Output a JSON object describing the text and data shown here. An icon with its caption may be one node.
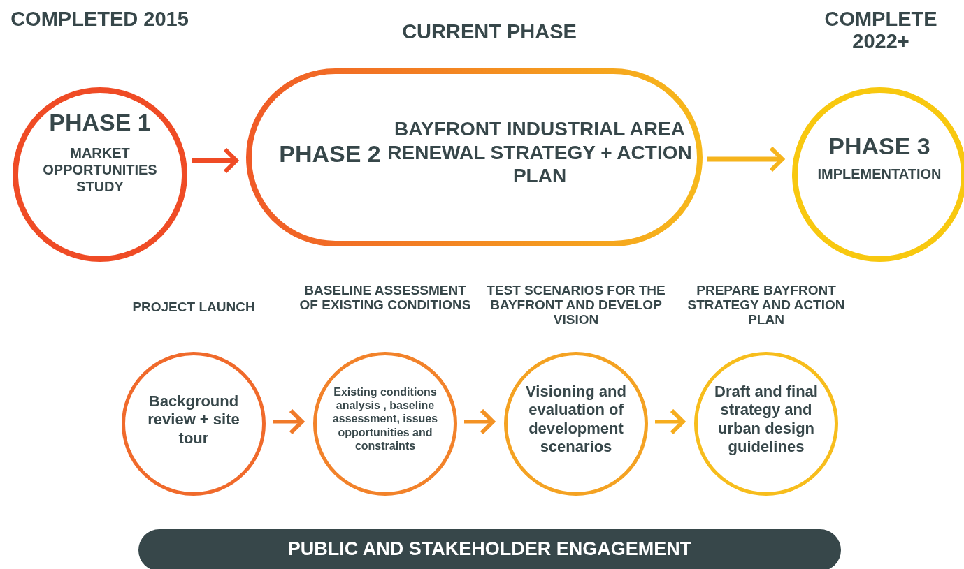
{
  "diagram": {
    "nodes": [
      {
        "text": [
          "PHASE 1",
          "MARKET OPPORTUNITIES STUDY"
        ],
        "beside": [
          "COMPLETED 2015"
        ]
      },
      {
        "text": [
          "PHASE 2",
          "BAYFRONT INDUSTRIAL AREA RENEWAL STRATEGY + ACTION PLAN"
        ],
        "beside": [
          "CURRENT PHASE"
        ]
      },
      {
        "text": [
          "PHASE 3",
          "IMPLEMENTATION"
        ],
        "beside": [
          "COMPLETE 2022+"
        ]
      },
      {
        "text": [
          "Background review + site tour"
        ],
        "beside": [
          "PROJECT LAUNCH"
        ]
      },
      {
        "text": [
          "Existing conditions analysis , baseline assessment, issues opportunities and constraints"
        ],
        "beside": [
          "BASELINE ASSESSMENT OF EXISTING CONDITIONS"
        ]
      },
      {
        "text": [
          "Visioning and evaluation of development scenarios"
        ],
        "beside": [
          "TEST SCENARIOS FOR THE BAYFRONT AND DEVELOP VISION"
        ]
      },
      {
        "text": [
          "Draft and final strategy and urban design guidelines"
        ],
        "beside": [
          "PREPARE BAYFRONT STRATEGY AND ACTION PLAN"
        ]
      },
      {
        "text": [
          "PUBLIC AND STAKEHOLDER ENGAGEMENT"
        ]
      }
    ],
    "edges": [
      {
        "from": 0,
        "to": 1,
        "arrow": "to",
        "color": "#ef4b25"
      },
      {
        "from": 1,
        "to": 2,
        "arrow": "to",
        "color": "#f6b41c"
      },
      {
        "from": 3,
        "to": 4,
        "arrow": "to",
        "color": "#f07a2a"
      },
      {
        "from": 4,
        "to": 5,
        "arrow": "to",
        "color": "#f39224"
      },
      {
        "from": 5,
        "to": 6,
        "arrow": "to",
        "color": "#f6ad1e"
      }
    ]
  }
}
